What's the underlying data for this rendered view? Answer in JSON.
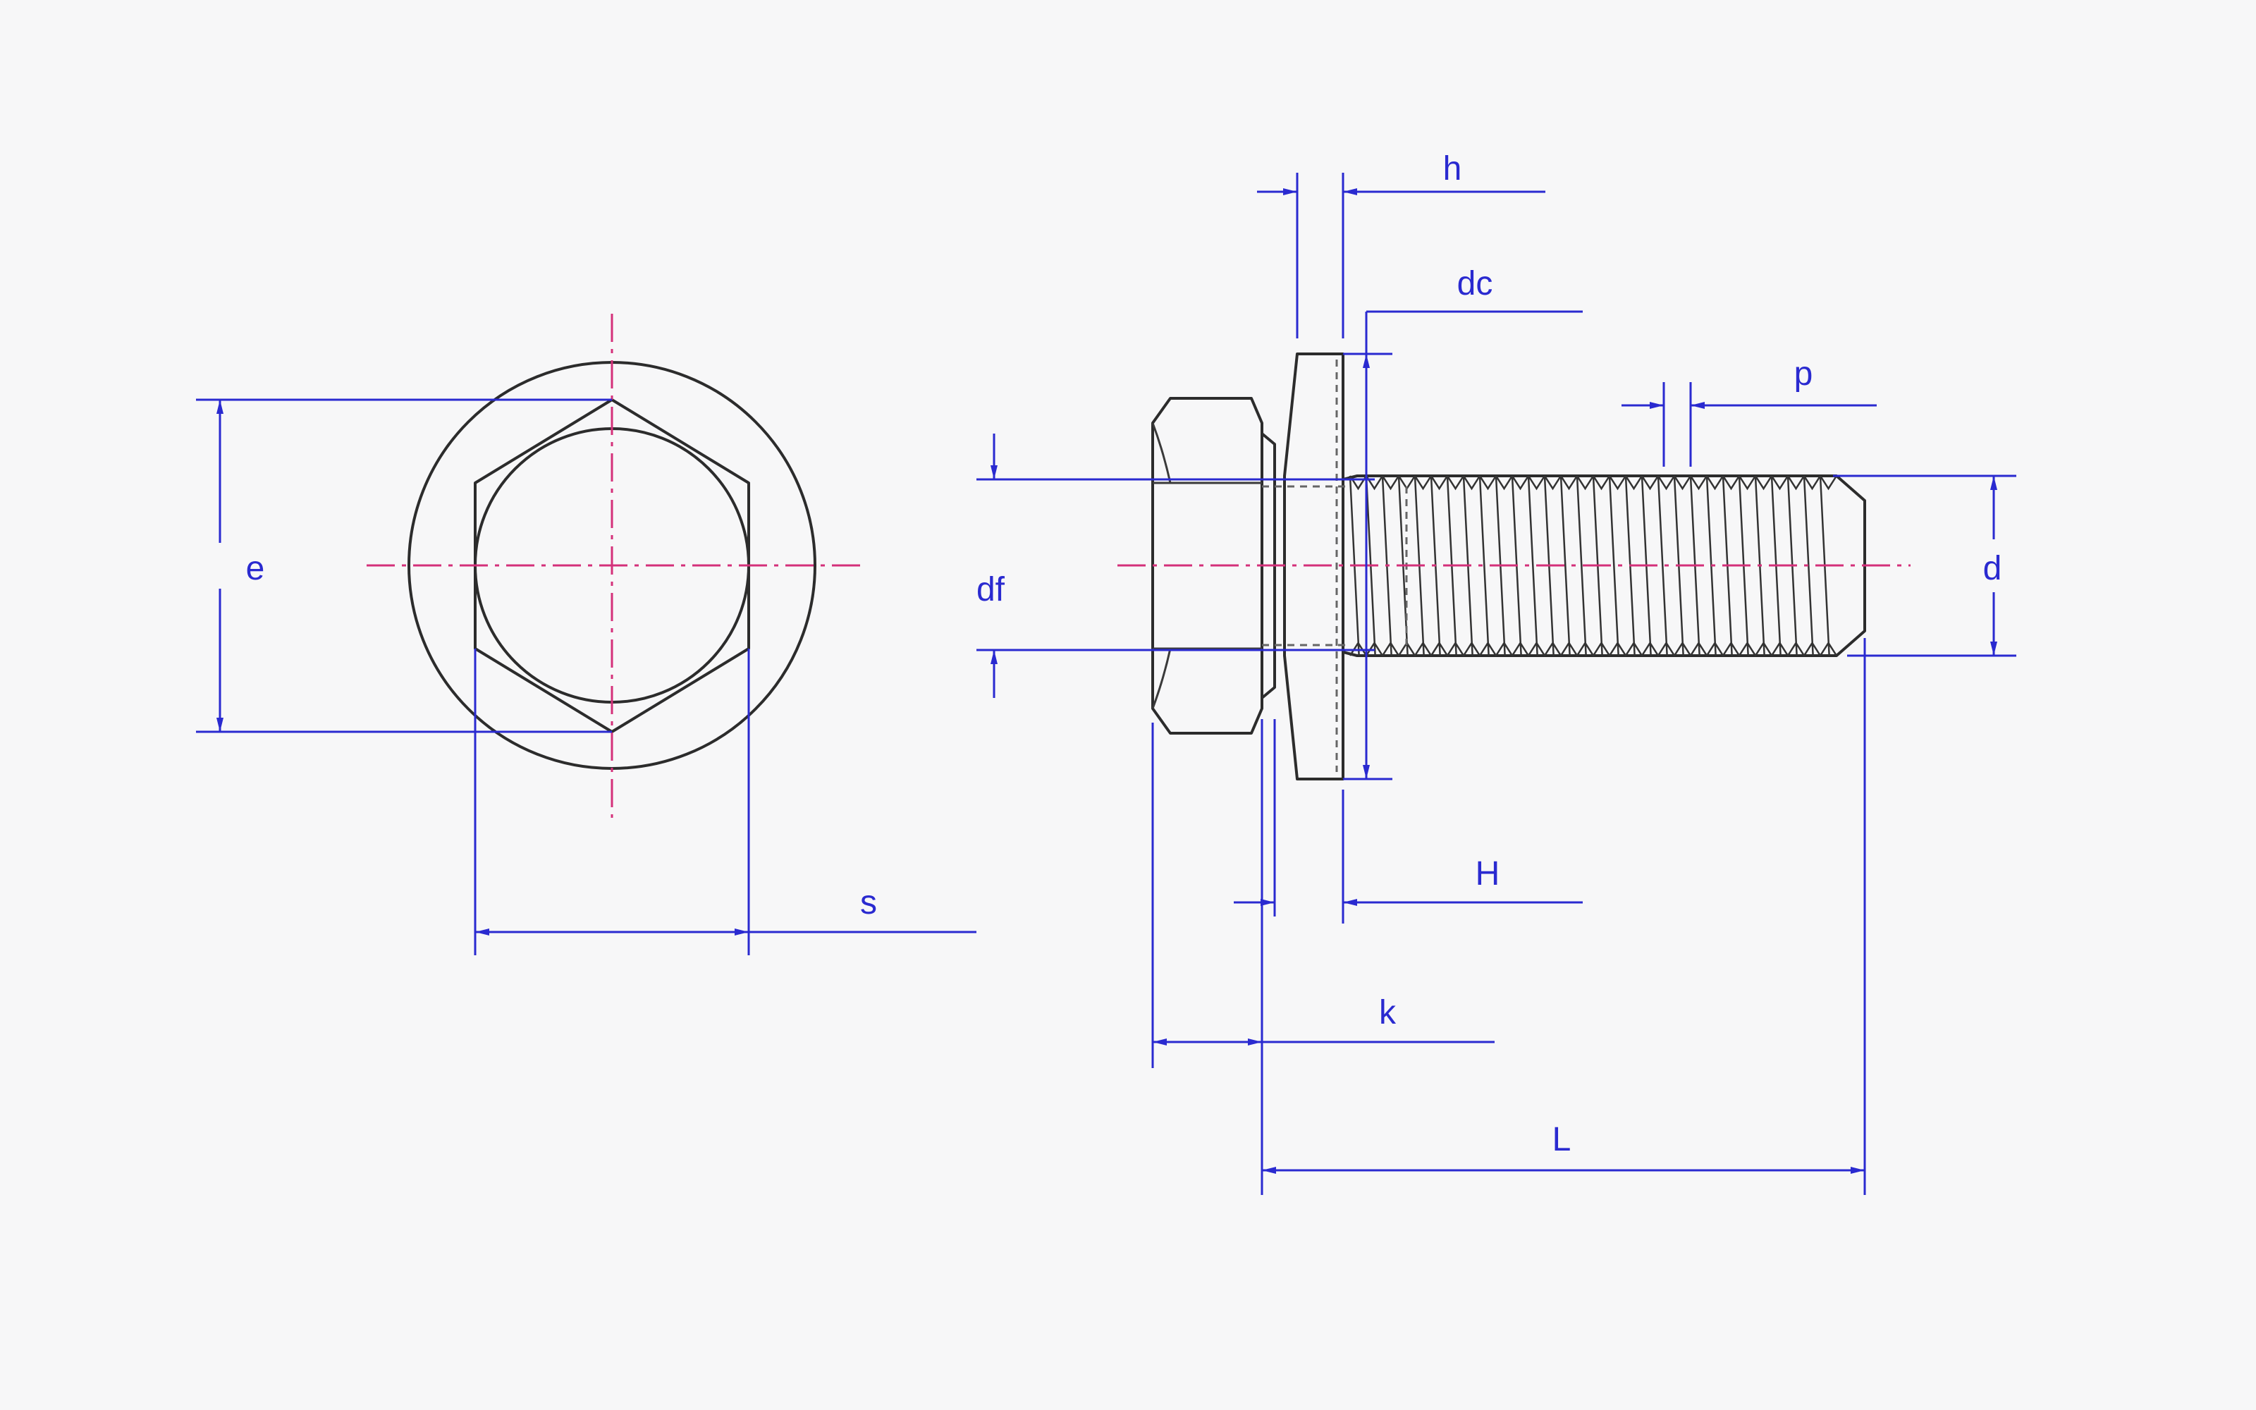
{
  "drawing": {
    "labels": {
      "e": "e",
      "s": "s",
      "df": "df",
      "h": "h",
      "dc": "dc",
      "p": "p",
      "d": "d",
      "H": "H",
      "k": "k",
      "L": "L"
    }
  }
}
